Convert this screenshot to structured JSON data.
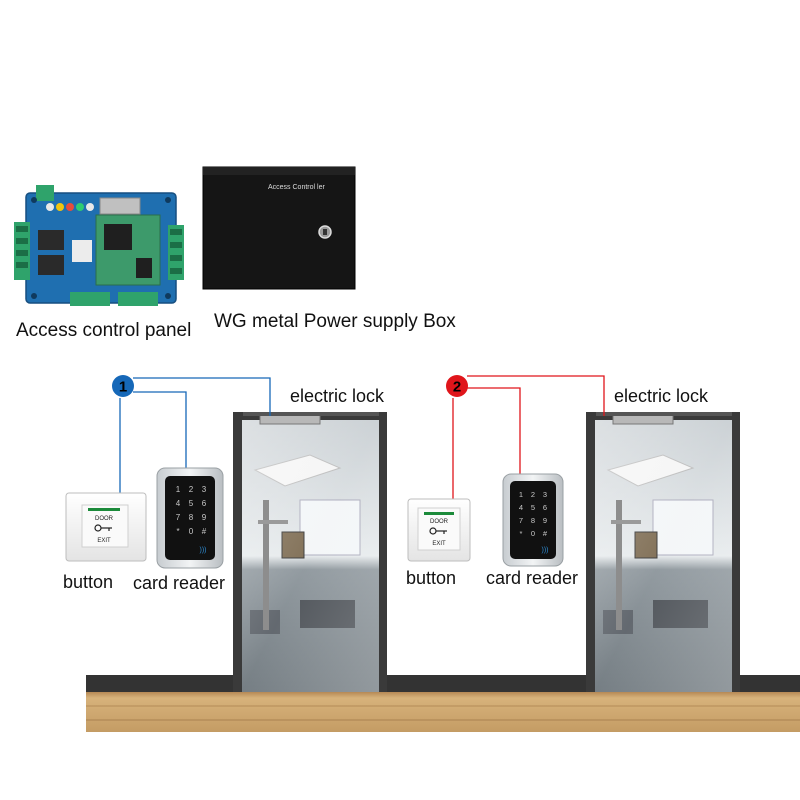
{
  "top": {
    "panel_label": "Access control panel",
    "box_label": "WG metal Power supply Box",
    "box_text": "Access Control ler"
  },
  "wiring": [
    {
      "number": "1",
      "color": "#1668b8",
      "lock_label": "electric lock",
      "button_label": "button",
      "reader_label": "card reader",
      "button_text": [
        "DOOR",
        "EXIT"
      ]
    },
    {
      "number": "2",
      "color": "#e0151b",
      "lock_label": "electric lock",
      "button_label": "button",
      "reader_label": "card reader",
      "button_text": [
        "DOOR",
        "EXIT"
      ]
    }
  ],
  "keypad_keys": [
    "1",
    "2",
    "3",
    "4",
    "5",
    "6",
    "7",
    "8",
    "9",
    "*",
    "0",
    "#"
  ],
  "colors": {
    "panel_board": "#1f6fb0",
    "terminal_green": "#2fa36b",
    "box": "#141414",
    "floor": "#c9a36d",
    "floor_dark": "#9a7747",
    "baseboard": "#333333",
    "door_frame": "#3a3a3a"
  }
}
